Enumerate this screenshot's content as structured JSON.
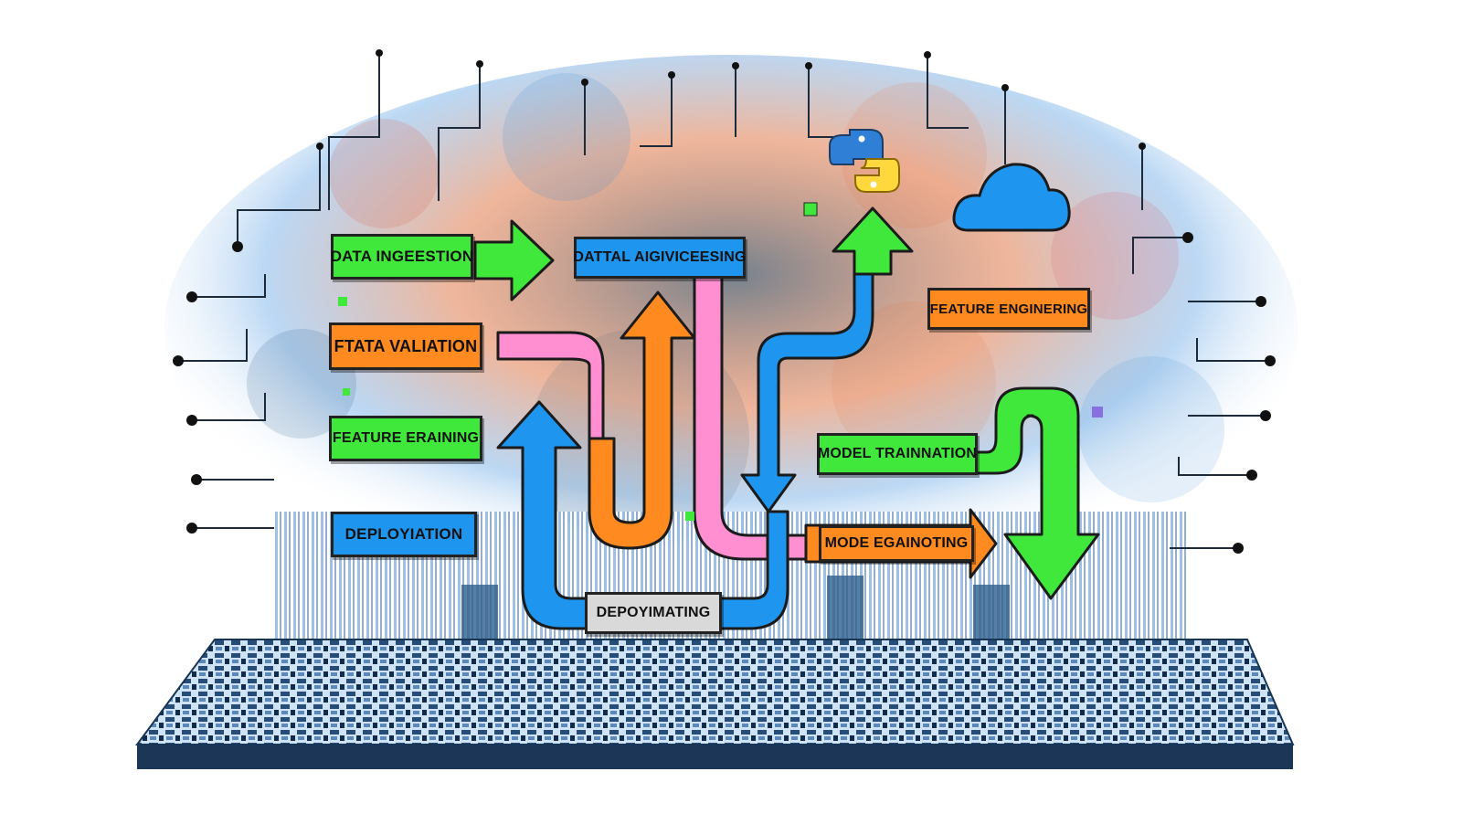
{
  "labels": {
    "data_ingestion": "DATA INGEESTION",
    "data_processing": "DATTAL AIGIVICEESING",
    "data_validation": "FTATA VALIATION",
    "feature_training": "FEATURE ERAINING",
    "deployment_left": "DEPLOYIATION",
    "feature_engineering": "FEATURE ENGINERING",
    "model_training": "MODEL TRAINNATION",
    "model_evaluating": "MODE EGAINOTING",
    "deploy_bottom": "DEPOYIMATING"
  },
  "icons": {
    "python": "python-logo-icon",
    "cloud": "cloud-icon"
  },
  "colors": {
    "green": "#3fe83a",
    "orange": "#ff8a1f",
    "blue": "#1e96f0",
    "pink": "#ff8fd0",
    "gray": "#d9d9d9",
    "platform": "#2f5f8f"
  }
}
